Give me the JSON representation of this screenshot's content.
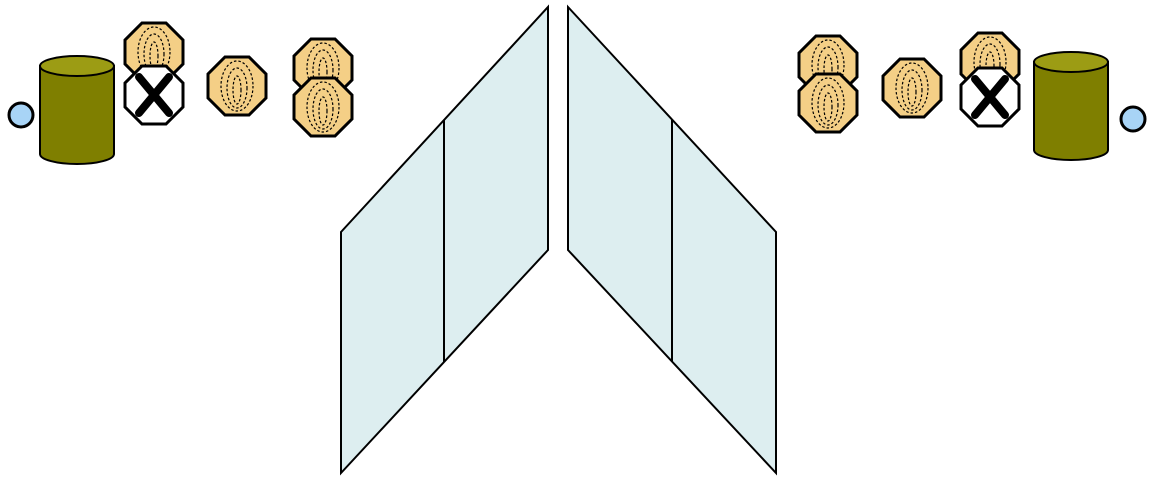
{
  "colors": {
    "background": "#ffffff",
    "panel_fill": "#ddeef0",
    "stroke": "#000000",
    "cylinder_body": "#7f7f00",
    "cylinder_top": "#9c9c14",
    "octagon_fill": "#f4cf86",
    "blocked_fill": "#ffffff",
    "circle_fill": "#a8d4f6"
  },
  "left_group": {
    "circle": "circle-icon",
    "cylinder": "cylinder-icon",
    "items": [
      "stacked-octagon-blocked",
      "octagon",
      "stacked-octagon-pair"
    ]
  },
  "right_group": {
    "circle": "circle-icon",
    "cylinder": "cylinder-icon",
    "items": [
      "stacked-octagon-pair",
      "octagon",
      "stacked-octagon-blocked"
    ]
  },
  "panels": [
    "left-wing-panel",
    "right-wing-panel"
  ]
}
